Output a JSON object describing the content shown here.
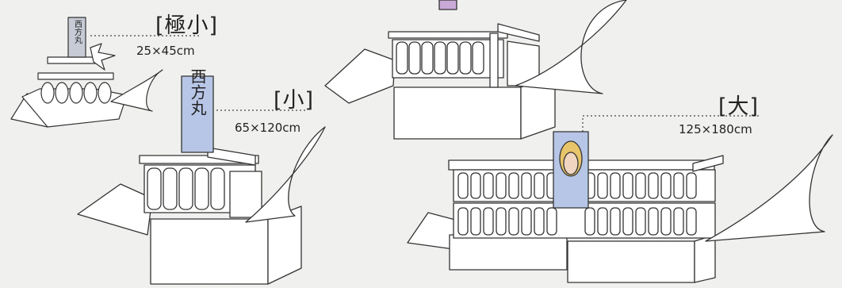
{
  "labels": {
    "tiny": {
      "size_name": "[極小]",
      "dimensions": "25×45cm"
    },
    "small": {
      "size_name": "[小]",
      "dimensions": "65×120cm"
    },
    "large": {
      "size_name": "[大]",
      "dimensions": "125×180cm"
    }
  },
  "banner_text": "西方丸",
  "colors": {
    "outline": "#333333",
    "paper_background": "#f1f1ef",
    "boat_fill": "#ffffff",
    "banner_blue": "#b7c6e6"
  }
}
